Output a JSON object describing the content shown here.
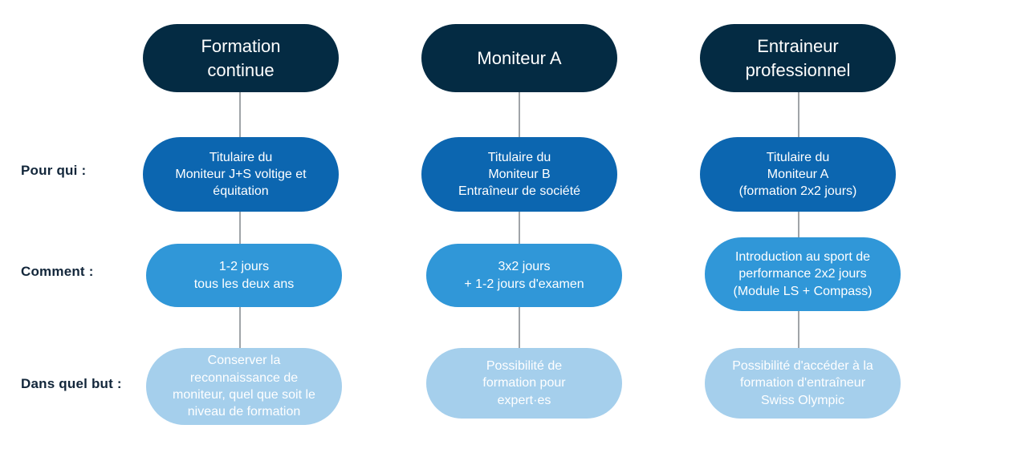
{
  "diagram": {
    "title_colors": {
      "level_head": "#042B43",
      "level_one": "#0C66B0",
      "level_two": "#3097D8",
      "level_three": "#A5CFEC",
      "connector": "#A0A4A8",
      "label_text": "#12263A",
      "pill_text": "#FFFFFF",
      "background": "#FFFFFF"
    },
    "row_labels": [
      {
        "key": "pour_qui",
        "text": "Pour qui :"
      },
      {
        "key": "comment",
        "text": "Comment :"
      },
      {
        "key": "dans_quel_but",
        "text": "Dans quel but :"
      }
    ],
    "columns": [
      {
        "key": "formation-continue",
        "header": "Formation\ncontinue",
        "pour_qui": "Titulaire du\nMoniteur J+S voltige et\néquitation",
        "comment": "1-2 jours\ntous les deux ans",
        "dans_quel_but": "Conserver la\nreconnaissance de\nmoniteur, quel que soit le\nniveau de formation"
      },
      {
        "key": "moniteur-a",
        "header": "Moniteur A",
        "pour_qui": "Titulaire du\nMoniteur B\nEntraîneur de société",
        "comment": "3x2 jours\n+ 1-2 jours d'examen",
        "dans_quel_but": "Possibilité de\nformation pour\nexpert·es"
      },
      {
        "key": "entraineur-professionnel",
        "header": "Entraineur\nprofessionnel",
        "pour_qui": "Titulaire du\nMoniteur A\n(formation 2x2 jours)",
        "comment": "Introduction au sport de\nperformance 2x2 jours\n(Module LS + Compass)",
        "dans_quel_but": "Possibilité d'accéder à la\nformation d'entraîneur\nSwiss Olympic"
      }
    ]
  }
}
